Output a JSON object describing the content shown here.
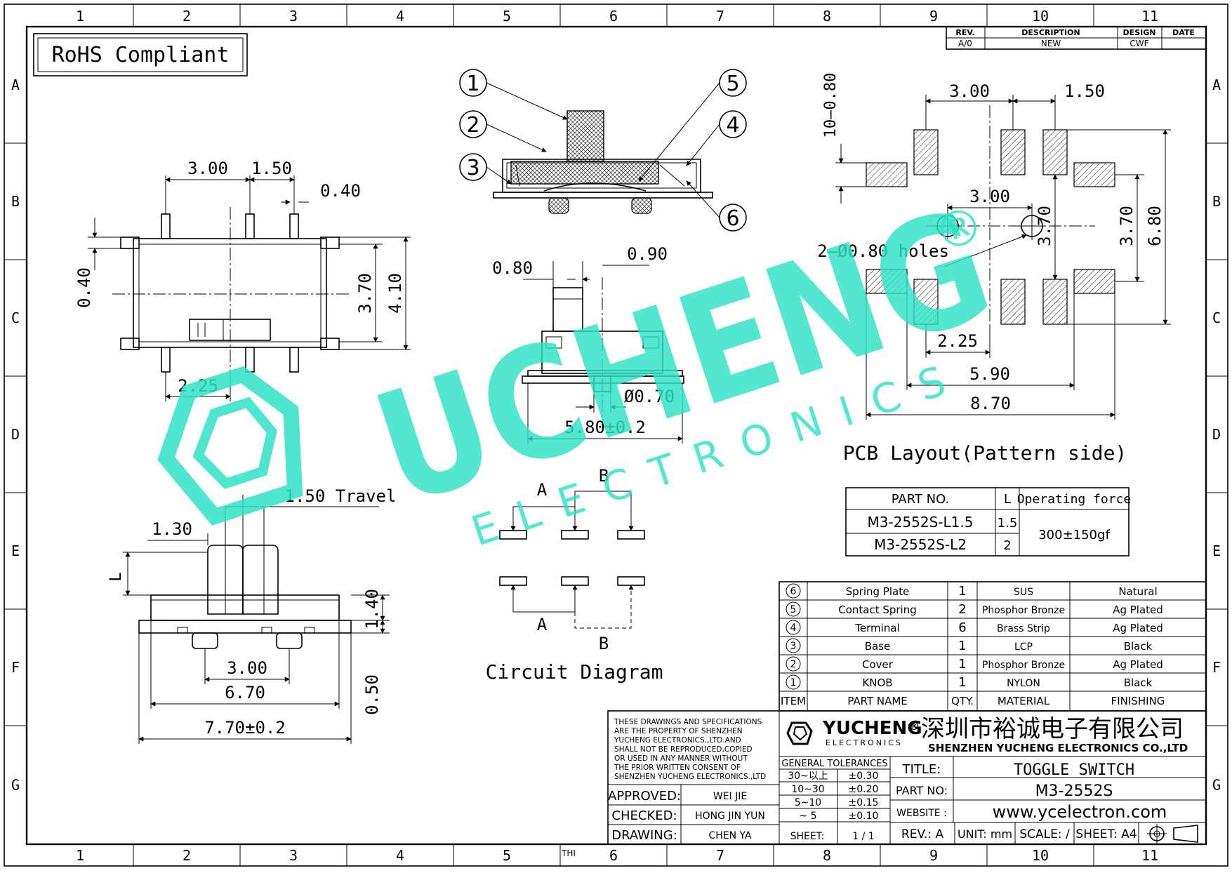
{
  "rohs": "RoHS Compliant",
  "frame": {
    "cols": [
      "1",
      "2",
      "3",
      "4",
      "5",
      "6",
      "7",
      "8",
      "9",
      "10",
      "11"
    ],
    "rows": [
      "A",
      "B",
      "C",
      "D",
      "E",
      "F",
      "G"
    ],
    "bottom_note": "THI"
  },
  "revision": {
    "headers": [
      "REV.",
      "DESCRIPTION",
      "DESIGN",
      "DATE"
    ],
    "rev": "A/0",
    "description": "NEW",
    "design": "CWF",
    "date": ""
  },
  "watermark": {
    "brand": "UCHENG",
    "sub": "ELECTRONICS",
    "mark": "®"
  },
  "top_view": {
    "d1": "3.00",
    "d2": "1.50",
    "d3": "0.40",
    "d4": "0.40",
    "d5": "3.70",
    "d6": "4.10",
    "d7": "2.25"
  },
  "section": {
    "callouts": [
      "1",
      "2",
      "3",
      "4",
      "5",
      "6"
    ]
  },
  "front_view": {
    "d1": "0.80",
    "d2": "0.90",
    "d3": "Ø0.70",
    "d4": "5.80±0.2"
  },
  "side_view": {
    "travel": "1.50 Travel",
    "d1": "1.30",
    "d2": "L",
    "d3": "1.40",
    "d4": "3.00",
    "d5": "0.50",
    "d6": "6.70",
    "d7": "7.70±0.2"
  },
  "pcb": {
    "d1": "3.00",
    "d2": "1.50",
    "d3": "10—0.80",
    "d4": "3.00",
    "d5": "3.70",
    "d6": "3.70",
    "d7": "6.80",
    "holes": "2—Ø0.80 holes",
    "d8": "2.25",
    "d9": "5.90",
    "d10": "8.70",
    "title": "PCB Layout(Pattern side)"
  },
  "circuit": {
    "a": "A",
    "b": "B",
    "title": "Circuit Diagram"
  },
  "part_table": {
    "headers": [
      "PART NO.",
      "L",
      "Operating force"
    ],
    "rows": [
      [
        "M3-2552S-L1.5",
        "1.5"
      ],
      [
        "M3-2552S-L2",
        "2"
      ]
    ],
    "force": "300±150gf"
  },
  "bom": {
    "rows": [
      {
        "item": "6",
        "name": "Spring Plate",
        "qty": "1",
        "material": "SUS",
        "finish": "Natural"
      },
      {
        "item": "5",
        "name": "Contact Spring",
        "qty": "2",
        "material": "Phosphor Bronze",
        "finish": "Ag Plated"
      },
      {
        "item": "4",
        "name": "Terminal",
        "qty": "6",
        "material": "Brass Strip",
        "finish": "Ag Plated"
      },
      {
        "item": "3",
        "name": "Base",
        "qty": "1",
        "material": "LCP",
        "finish": "Black"
      },
      {
        "item": "2",
        "name": "Cover",
        "qty": "1",
        "material": "Phosphor Bronze",
        "finish": "Ag Plated"
      },
      {
        "item": "1",
        "name": "KNOB",
        "qty": "1",
        "material": "NYLON",
        "finish": "Black"
      }
    ],
    "headers": [
      "ITEM",
      "PART NAME",
      "QTY.",
      "MATERIAL",
      "FINISHING"
    ]
  },
  "title_block": {
    "notice": [
      "THESE DRAWINGS AND SPECIFICATIONS",
      "ARE THE PROPERTY OF SHENZHEN",
      "YUCHENG ELECTRONICS.,LTD.AND",
      "SHALL NOT BE REPRODUCED,COPIED",
      "OR USED IN ANY MANNER WITHOUT",
      "THE PRIOR WRITTEN CONSENT OF",
      "SHENZHEN YUCHENG ELECTRONICS.,LTD"
    ],
    "logo_brand": "YUCHENG",
    "logo_sub": "ELECTRONICS",
    "logo_mark": "®",
    "company_cn": "深圳市裕诚电子有限公司",
    "company_en": "SHENZHEN YUCHENG ELECTRONICS CO.,LTD",
    "approved_label": "APPROVED:",
    "approved": "WEI JIE",
    "checked_label": "CHECKED:",
    "checked": "HONG JIN YUN",
    "drawing_label": "DRAWING:",
    "drawing": "CHEN YA",
    "tol_title": "GENERAL TOLERANCES",
    "tolerances": [
      [
        "30~以上",
        "±0.30"
      ],
      [
        "10~30",
        "±0.20"
      ],
      [
        "5~10",
        "±0.15"
      ],
      [
        "~ 5",
        "±0.10"
      ]
    ],
    "sheet_label": "SHEET:",
    "sheet": "1 / 1",
    "title_label": "TITLE:",
    "title": "TOGGLE SWITCH",
    "partno_label": "PART NO:",
    "partno": "M3-2552S",
    "website_label": "WEBSITE :",
    "website": "www.ycelectron.com",
    "rev": "REV.: A",
    "unit": "UNIT: mm",
    "scale": "SCALE: /",
    "size": "SHEET: A4"
  }
}
